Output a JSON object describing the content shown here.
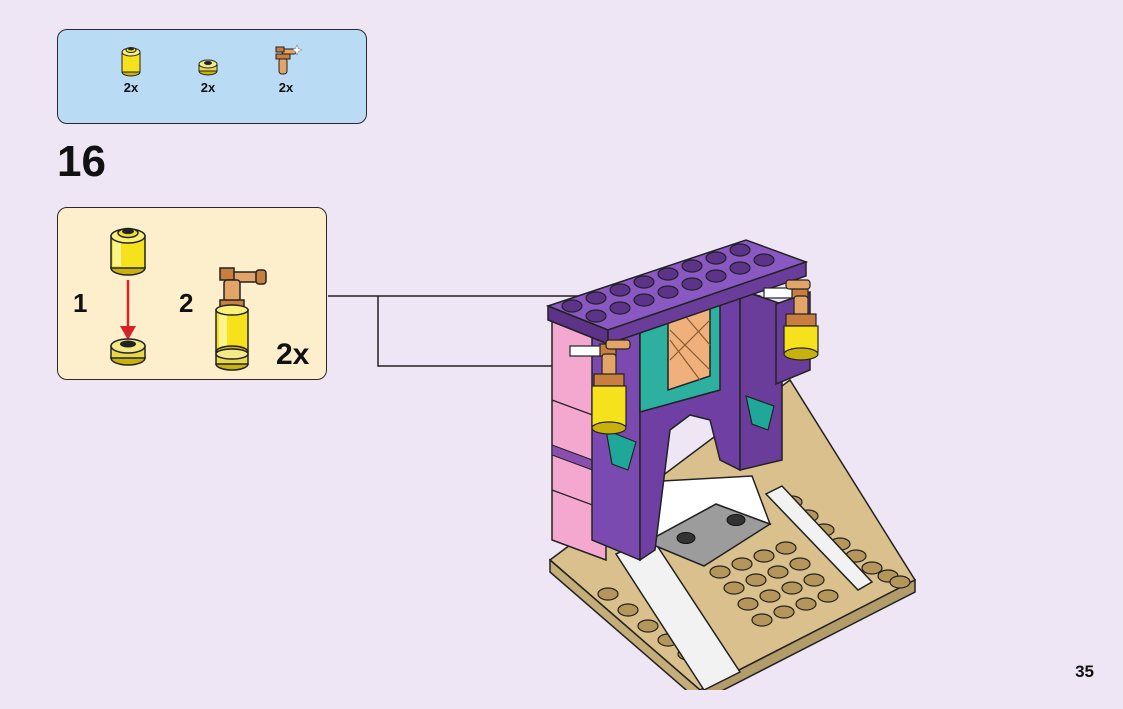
{
  "parts_list": {
    "items": [
      {
        "icon": "yellow-round-brick-icon",
        "qty": "2x"
      },
      {
        "icon": "yellow-round-plate-icon",
        "qty": "2x"
      },
      {
        "icon": "tan-lantern-holder-icon",
        "qty": "2x"
      }
    ]
  },
  "step": {
    "number": "16",
    "substeps": [
      {
        "label": "1"
      },
      {
        "label": "2"
      }
    ],
    "sub_qty": "2x"
  },
  "page": {
    "number": "35"
  },
  "colors": {
    "background": "#eee6f4",
    "parts_box": "#b9dcf4",
    "substep_box": "#fdefcb",
    "purple": "#6a3d9a",
    "yellow": "#f5e21c",
    "tan": "#d9c08c",
    "arrow_red": "#d92028"
  }
}
